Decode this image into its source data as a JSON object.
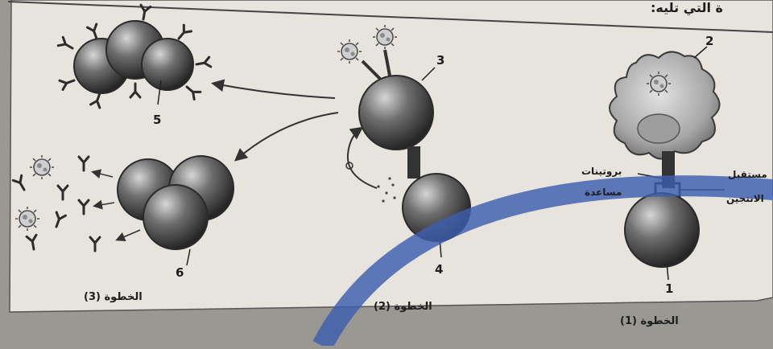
{
  "header": {
    "text": "ة التي تليه:"
  },
  "numbers": {
    "n1": "1",
    "n2": "2",
    "n3": "3",
    "n4": "4",
    "n5": "5",
    "n6": "6"
  },
  "steps": {
    "step1": "الخطوة (1)",
    "step2": "الخطوة (2)",
    "step3": "الخطوة (3)"
  },
  "labels": {
    "helper_proteins_line1": "بروتينات",
    "helper_proteins_line2": "مساعدة",
    "antigen_receptor_line1": "مستقبل",
    "antigen_receptor_line2": "الانتجين"
  },
  "colors": {
    "paper": "#e6e4dc",
    "cell_dark": "#3f3f3f",
    "overlay_arc": "#3d5fb0"
  }
}
